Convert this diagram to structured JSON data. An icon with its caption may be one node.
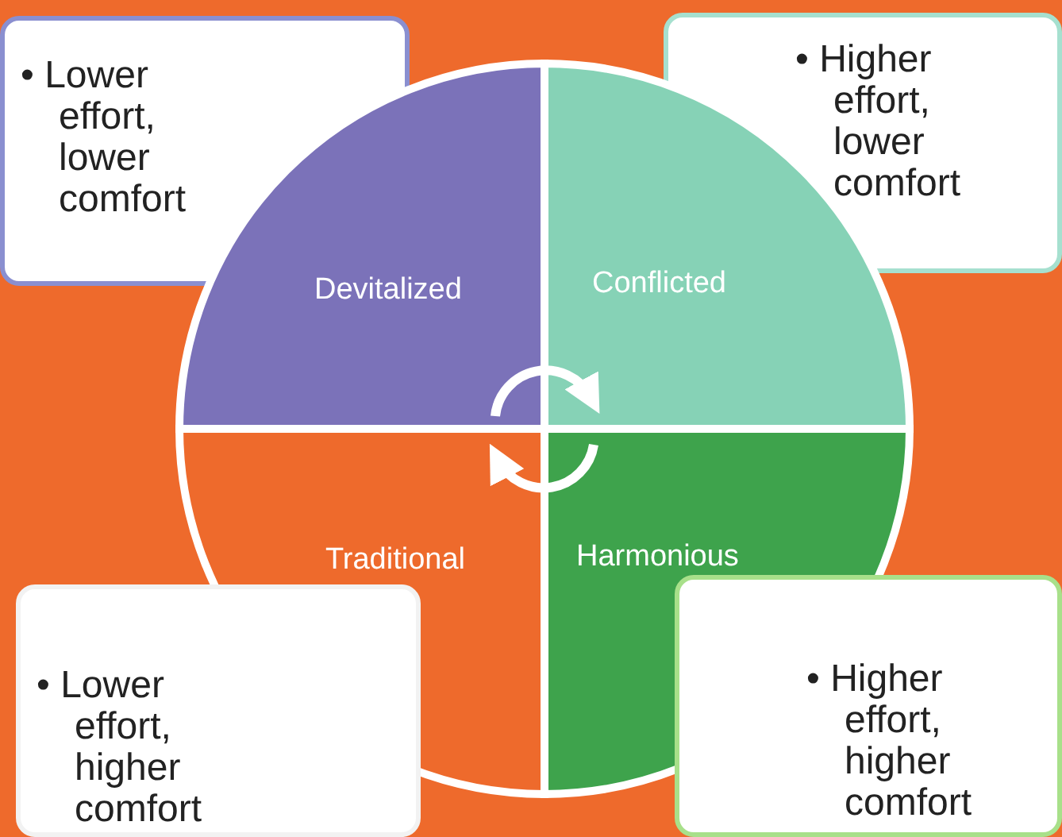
{
  "diagram": {
    "nodes": [
      {
        "text": [
          "• Lower effort, lower comfort"
        ]
      },
      {
        "text": [
          "• Higher effort, lower comfort"
        ]
      },
      {
        "text": [
          "Devitalized"
        ]
      },
      {
        "text": [
          "Conflicted"
        ]
      },
      {
        "text": [
          "Traditional"
        ]
      },
      {
        "text": [
          "Harmonious"
        ]
      },
      {
        "text": [
          "• Lower effort, higher comfort"
        ]
      },
      {
        "text": [
          "• Higher effort, higher comfort"
        ]
      }
    ],
    "edges": [
      {
        "from": 2,
        "to": 3,
        "arrow": "to"
      },
      {
        "from": 5,
        "to": 4,
        "arrow": "to"
      }
    ]
  }
}
